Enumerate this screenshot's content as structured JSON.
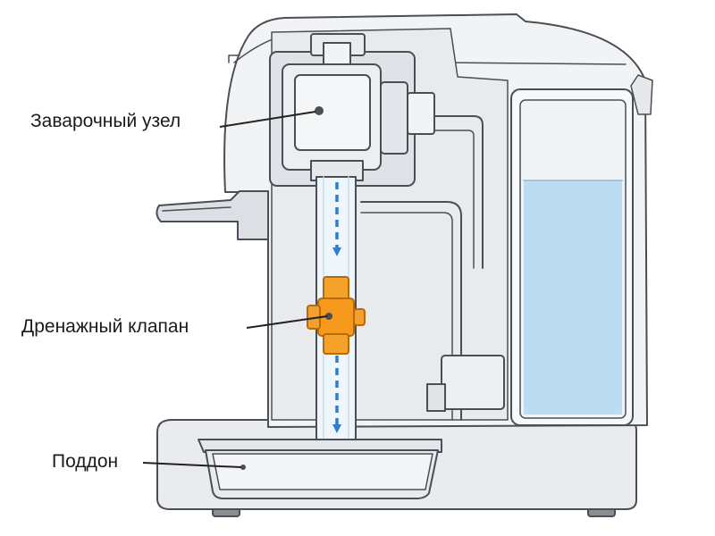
{
  "labels": {
    "brew_unit": "Заварочный узел",
    "drain_valve": "Дренажный клапан",
    "drip_tray": "Поддон"
  },
  "colors": {
    "outline": "#4a4e55",
    "body_fill": "#f2f3f5",
    "inner_fill": "#e6e8eb",
    "water": "#bcdcf2",
    "valve": "#f59a1c",
    "flow_arrow": "#2a7fd4",
    "pipe_fill": "#eef6fc"
  },
  "icons": {
    "flow": "arrow-down-dashed",
    "valve": "valve-body"
  }
}
